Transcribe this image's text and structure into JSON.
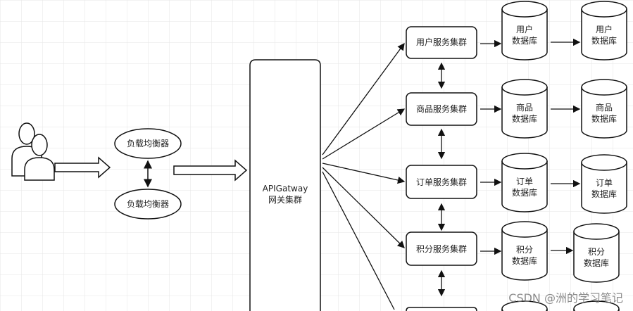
{
  "load_balancers": [
    "负载均衡器",
    "负载均衡器"
  ],
  "gateway": {
    "line1": "APIGatway",
    "line2": "网关集群"
  },
  "services": [
    "用户服务集群",
    "商品服务集群",
    "订单服务集群",
    "积分服务集群"
  ],
  "databases": [
    {
      "name": "用户",
      "suffix": "数据库"
    },
    {
      "name": "商品",
      "suffix": "数据库"
    },
    {
      "name": "订单",
      "suffix": "数据库"
    },
    {
      "name": "积分",
      "suffix": "数据库"
    }
  ],
  "watermark": "CSDN @洲的学习笔记",
  "colors": {
    "stroke": "#111111",
    "grid": "#e6e6e6"
  }
}
